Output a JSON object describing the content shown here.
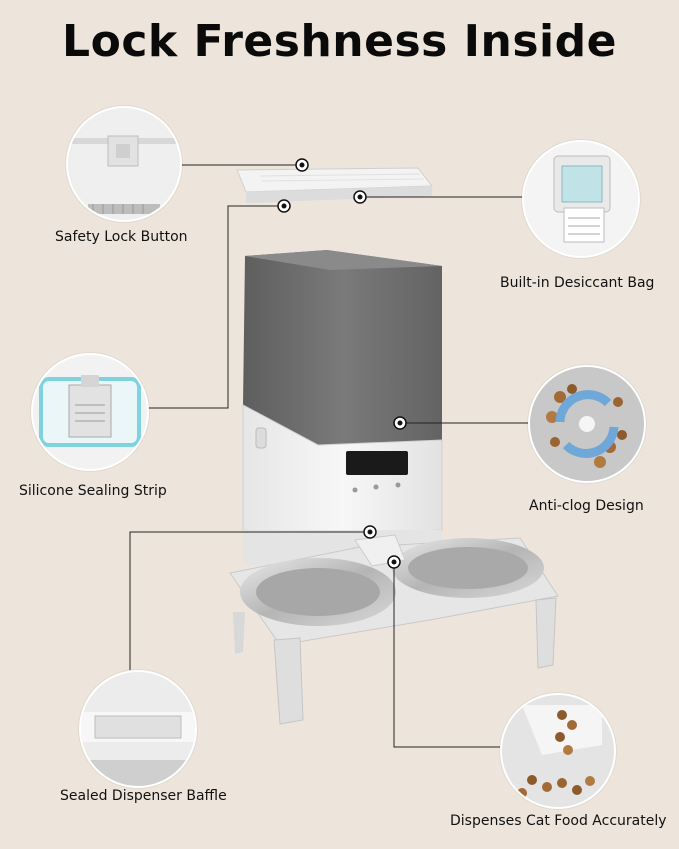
{
  "title": "Lock Freshness Inside",
  "features": {
    "safety_lock": "Safety Lock Button",
    "desiccant": "Built-in Desiccant Bag",
    "silicone": "Silicone Sealing Strip",
    "anticlog": "Anti-clog Design",
    "baffle": "Sealed Dispenser Baffle",
    "dispense": "Dispenses Cat Food Accurately"
  },
  "colors": {
    "background": "#ede5db",
    "hopper": "#6f6f6f",
    "body": "#f2f2f2",
    "bowl": "#c8c8c8",
    "callout_line": "#222222"
  }
}
